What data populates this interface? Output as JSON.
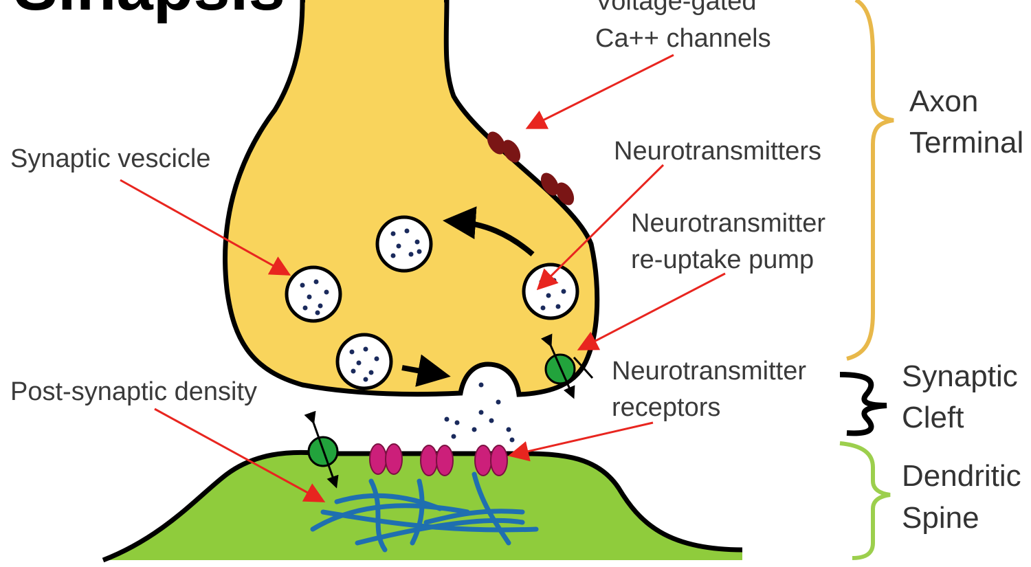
{
  "title": "Sinapsis",
  "labels": {
    "voltage_line1": "Voltage-gated",
    "voltage_line2": "Ca++ channels",
    "synaptic_vesicle": "Synaptic vescicle",
    "neurotransmitters": "Neurotransmitters",
    "reuptake_line1": "Neurotransmitter",
    "reuptake_line2": "re-uptake pump",
    "receptors_line1": "Neurotransmitter",
    "receptors_line2": "receptors",
    "post_synaptic_density": "Post-synaptic density"
  },
  "regions": {
    "axon_line1": "Axon",
    "axon_line2": "Terminal",
    "cleft_line1": "Synaptic",
    "cleft_line2": "Cleft",
    "spine_line1": "Dendritic",
    "spine_line2": "Spine"
  },
  "colors": {
    "axon_fill": "#f9d45c",
    "spine_fill": "#8fcc3c",
    "channel": "#7a1515",
    "receptor": "#cc1f7a",
    "pump": "#22a33c",
    "arrow": "#e8251f",
    "axon_brace": "#e8b84a",
    "cleft_brace": "#000000",
    "spine_brace": "#9ccf4d",
    "filament": "#1f6fb0"
  }
}
